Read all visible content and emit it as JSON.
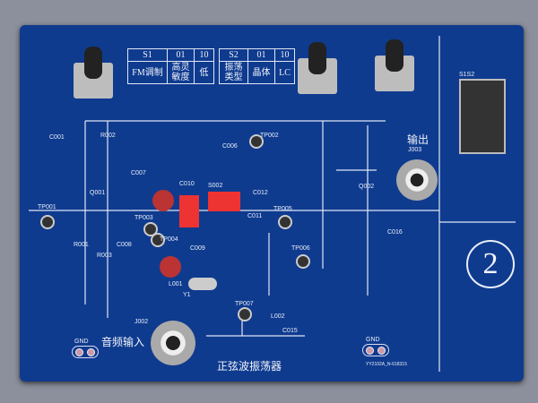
{
  "switch_table_1": {
    "headers": [
      "S1",
      "01",
      "10"
    ],
    "row": [
      "FM调制",
      "高灵敏度",
      "低"
    ]
  },
  "switch_table_2": {
    "headers": [
      "S2",
      "01",
      "10"
    ],
    "row": [
      "振荡类型",
      "晶体",
      "LC"
    ]
  },
  "labels": {
    "output": "输出",
    "audio_input": "音频输入",
    "title": "正弦波振荡器",
    "module_number": "2",
    "gnd": "GND",
    "footer": "YY2102A_N-618315"
  },
  "parts": [
    "TP001",
    "TP002",
    "TP003",
    "TP004",
    "TP005",
    "TP006",
    "TP007",
    "J002",
    "J003",
    "Q001",
    "Q002",
    "S002",
    "S1S2",
    "C001",
    "C006",
    "C007",
    "C008",
    "C009",
    "C010",
    "C011",
    "C012",
    "C015",
    "C016",
    "R001",
    "R002",
    "R003",
    "L001",
    "L002",
    "Y1"
  ]
}
